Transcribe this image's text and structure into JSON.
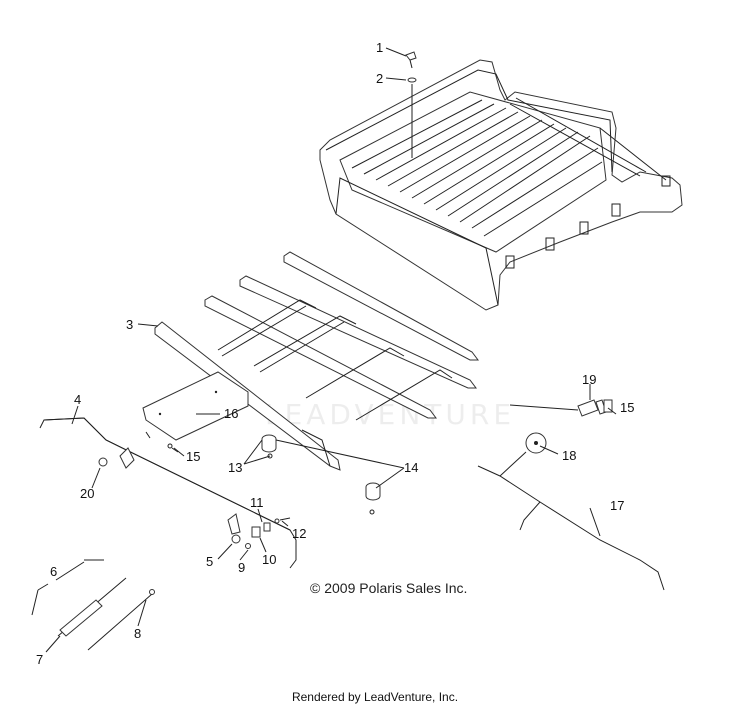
{
  "copyright": "© 2009 Polaris Sales Inc.",
  "footer": "Rendered by LeadVenture, Inc.",
  "watermark": "LEADVENTURE",
  "callouts": [
    {
      "id": "1",
      "label": "1"
    },
    {
      "id": "2",
      "label": "2"
    },
    {
      "id": "3",
      "label": "3"
    },
    {
      "id": "4",
      "label": "4"
    },
    {
      "id": "5",
      "label": "5"
    },
    {
      "id": "6",
      "label": "6"
    },
    {
      "id": "7",
      "label": "7"
    },
    {
      "id": "8",
      "label": "8"
    },
    {
      "id": "9",
      "label": "9"
    },
    {
      "id": "10",
      "label": "10"
    },
    {
      "id": "11",
      "label": "11"
    },
    {
      "id": "12",
      "label": "12"
    },
    {
      "id": "13",
      "label": "13"
    },
    {
      "id": "14",
      "label": "14"
    },
    {
      "id": "15a",
      "label": "15"
    },
    {
      "id": "15b",
      "label": "15"
    },
    {
      "id": "16",
      "label": "16"
    },
    {
      "id": "17",
      "label": "17"
    },
    {
      "id": "18",
      "label": "18"
    },
    {
      "id": "19",
      "label": "19"
    },
    {
      "id": "20",
      "label": "20"
    }
  ]
}
